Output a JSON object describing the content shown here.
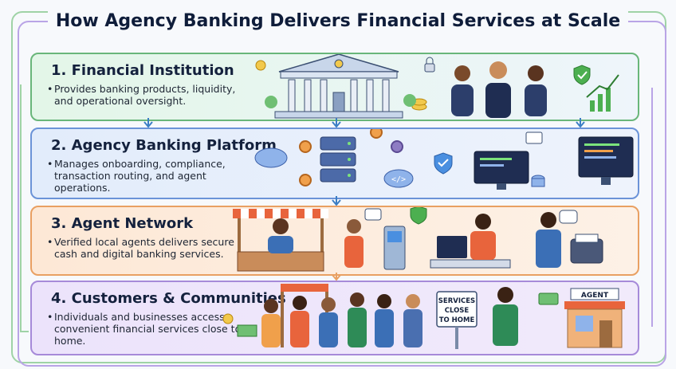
{
  "title": "How Agency Banking Delivers Financial Services at Scale",
  "sections": [
    {
      "heading": "1. Financial Institution",
      "description": "Provides banking products, liquidity, and operational oversight."
    },
    {
      "heading": "2. Agency Banking Platform",
      "description": "Manages onboarding, compliance, transaction routing, and agent operations."
    },
    {
      "heading": "3. Agent Network",
      "description": "Verified local agents delivers secure cash and digital banking services."
    },
    {
      "heading": "4. Customers & Communities",
      "description": "Individuals and businesses access convenient financial services close to home."
    }
  ],
  "signs": {
    "services": [
      "SERVICES",
      "CLOSE",
      "TO HOME"
    ],
    "agent": "AGENT"
  },
  "icons": [
    "bank-building-icon",
    "coin-icon",
    "lock-icon",
    "shield-check-icon",
    "growth-chart-icon",
    "cloud-icon",
    "gear-icon",
    "server-icon",
    "code-icon",
    "database-icon",
    "monitor-icon",
    "kiosk-icon",
    "pos-terminal-icon",
    "cash-icon",
    "chat-bubble-icon",
    "storefront-icon"
  ],
  "colors": {
    "green": "#69b67a",
    "blue": "#6b93d8",
    "orange": "#e9a062",
    "purple": "#a68ad9",
    "navy": "#0f1d3a"
  }
}
